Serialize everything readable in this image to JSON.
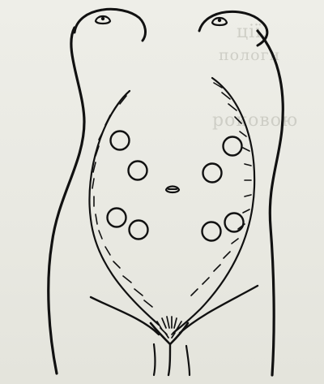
{
  "figure": {
    "subject": "abdomen-auscultation-points",
    "ink_color": "#111111",
    "paper_color": "#ecece6",
    "show_through_color": "#c9c9c1",
    "listening_point_count": 8
  },
  "show_through_text": [
    "ції.",
    "пологи",
    "",
    "роковою",
    "",
    "",
    "",
    "",
    "",
    "",
    "",
    ""
  ]
}
